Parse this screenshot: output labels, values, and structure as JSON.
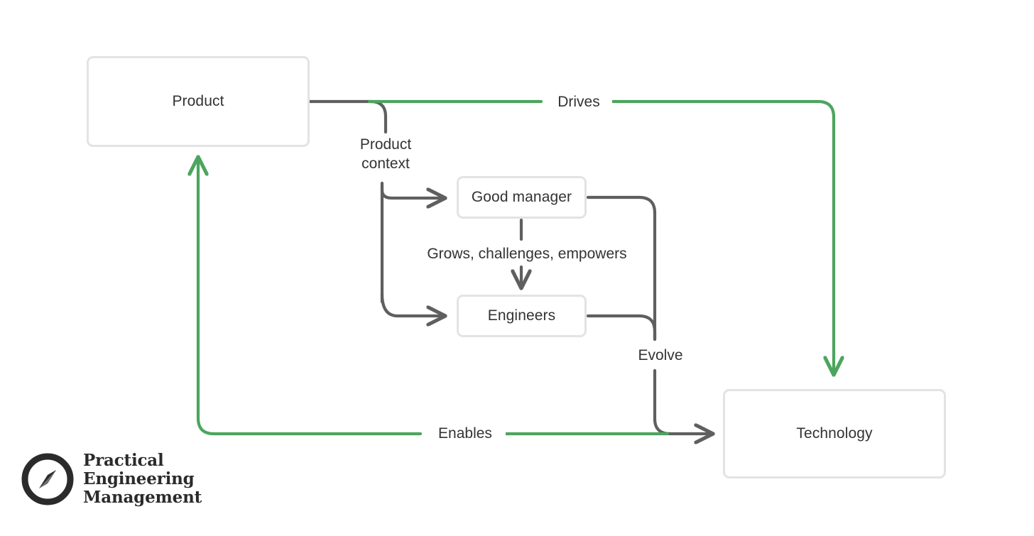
{
  "diagram": {
    "title": "Product / Technology virtuous loop",
    "colors": {
      "green": "#4ca55e",
      "gray_line": "#5f5f5f",
      "box_border": "#e3e3e3",
      "text": "#333333",
      "background": "#ffffff"
    },
    "nodes": [
      {
        "id": "product",
        "label": "Product"
      },
      {
        "id": "good-manager",
        "label": "Good manager"
      },
      {
        "id": "engineers",
        "label": "Engineers"
      },
      {
        "id": "technology",
        "label": "Technology"
      }
    ],
    "edges": [
      {
        "id": "drives",
        "label": "Drives",
        "from": "product",
        "to": "technology",
        "color": "green"
      },
      {
        "id": "enables",
        "label": "Enables",
        "from": "technology",
        "to": "product",
        "color": "green"
      },
      {
        "id": "product-context",
        "label": "Product\ncontext",
        "from": "product",
        "to": "good-manager, engineers",
        "color": "gray"
      },
      {
        "id": "grows",
        "label": "Grows, challenges, empowers",
        "from": "good-manager",
        "to": "engineers",
        "color": "gray"
      },
      {
        "id": "evolve",
        "label": "Evolve",
        "from": "good-manager, engineers",
        "to": "technology",
        "color": "gray"
      }
    ]
  },
  "labels": {
    "product": "Product",
    "good_manager": "Good manager",
    "engineers": "Engineers",
    "technology": "Technology",
    "drives": "Drives",
    "enables": "Enables",
    "product_context": "Product\ncontext",
    "grows": "Grows, challenges, empowers",
    "evolve": "Evolve"
  },
  "logo": {
    "icon": "compass-icon",
    "line1": "Practical",
    "line2": "Engineering",
    "line3": "Management"
  }
}
